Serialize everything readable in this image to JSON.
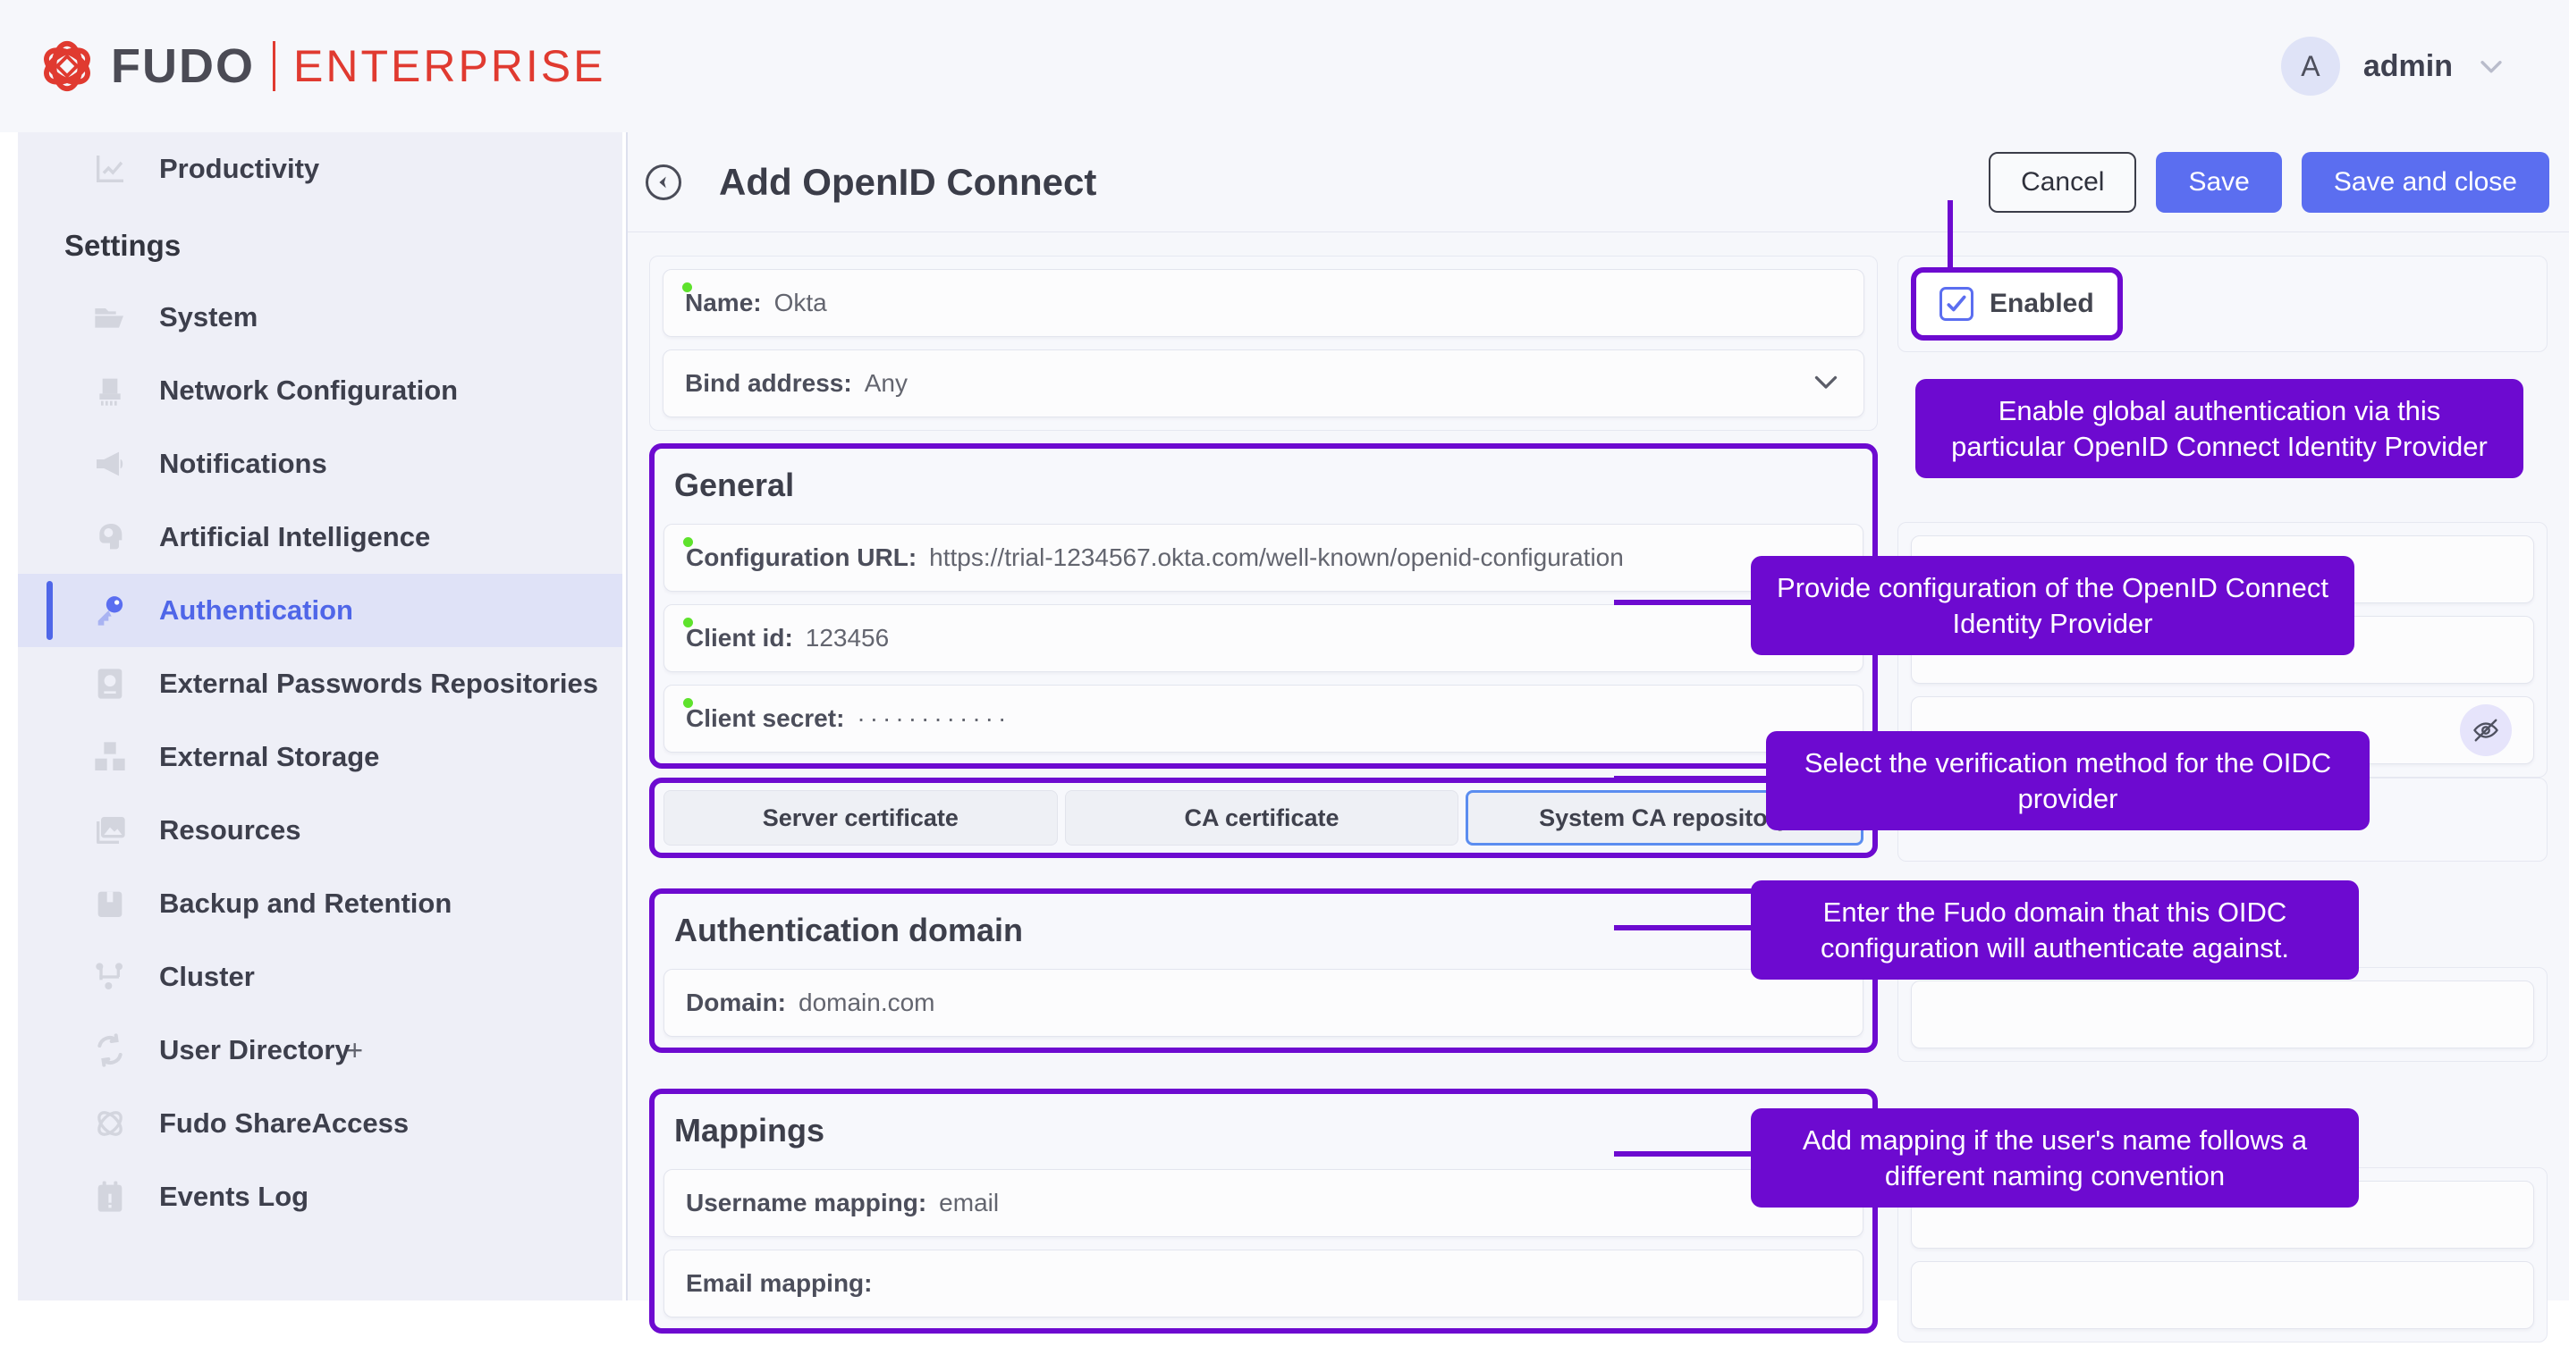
{
  "brand": {
    "fudo": "FUDO",
    "enterprise": "ENTERPRISE",
    "logo_icon": "fudo-logo-icon"
  },
  "user": {
    "initial": "A",
    "name": "admin",
    "chevron_icon": "chevron-down-icon"
  },
  "sidebar": {
    "top_items": [
      {
        "label": "Productivity",
        "icon": "chart-line-icon"
      }
    ],
    "section_title": "Settings",
    "items": [
      {
        "label": "System",
        "icon": "folder-icon",
        "active": false
      },
      {
        "label": "Network Configuration",
        "icon": "network-icon",
        "active": false
      },
      {
        "label": "Notifications",
        "icon": "megaphone-icon",
        "active": false
      },
      {
        "label": "Artificial Intelligence",
        "icon": "ai-head-icon",
        "active": false
      },
      {
        "label": "Authentication",
        "icon": "key-icon",
        "active": true
      },
      {
        "label": "External Passwords Repositories",
        "icon": "passport-globe-icon",
        "active": false
      },
      {
        "label": "External Storage",
        "icon": "boxes-icon",
        "active": false
      },
      {
        "label": "Resources",
        "icon": "images-icon",
        "active": false
      },
      {
        "label": "Backup and Retention",
        "icon": "archive-icon",
        "active": false
      },
      {
        "label": "Cluster",
        "icon": "cluster-nodes-icon",
        "active": false
      },
      {
        "label": "User Directory",
        "icon": "sync-arrows-icon",
        "active": false,
        "trailing": "+"
      },
      {
        "label": "Fudo ShareAccess",
        "icon": "shareaccess-icon",
        "active": false
      },
      {
        "label": "Events Log",
        "icon": "calendar-alert-icon",
        "active": false
      }
    ]
  },
  "header": {
    "back_icon": "back-arrow-icon",
    "title": "Add OpenID Connect",
    "cancel_label": "Cancel",
    "save_label": "Save",
    "save_close_label": "Save and close"
  },
  "form": {
    "name": {
      "label": "Name:",
      "value": "Okta",
      "required": true
    },
    "bind_address": {
      "label": "Bind address:",
      "value": "Any",
      "chevron_icon": "chevron-down-icon"
    },
    "enabled": {
      "label": "Enabled",
      "checked": true,
      "check_icon": "check-icon"
    },
    "general": {
      "title": "General",
      "configuration_url": {
        "label": "Configuration URL:",
        "value": "https://trial-1234567.okta.com/well-known/openid-configuration",
        "required": true
      },
      "client_id": {
        "label": "Client id:",
        "value": "123456",
        "required": true
      },
      "client_secret": {
        "label": "Client secret:",
        "value": "············",
        "required": true,
        "reveal_icon": "eye-off-icon"
      },
      "verification_tabs": [
        {
          "label": "Server certificate",
          "selected": false
        },
        {
          "label": "CA certificate",
          "selected": false
        },
        {
          "label": "System CA repository",
          "selected": true
        }
      ]
    },
    "auth_domain": {
      "title": "Authentication domain",
      "domain": {
        "label": "Domain:",
        "value": "domain.com"
      }
    },
    "mappings": {
      "title": "Mappings",
      "username_mapping": {
        "label": "Username mapping:",
        "value": "email"
      },
      "email_mapping": {
        "label": "Email mapping:",
        "value": ""
      }
    }
  },
  "tooltips": {
    "enabled": "Enable global authentication via this particular OpenID Connect Identity Provider",
    "general": "Provide configuration of the OpenID Connect Identity Provider",
    "verification": "Select the verification method for the OIDC provider",
    "auth_domain": "Enter the Fudo domain that this OIDC configuration will authenticate against.",
    "mappings": "Add mapping if the user's name follows a different naming convention"
  },
  "colors": {
    "brand_red": "#e03a30",
    "accent_blue": "#5b6ef0",
    "tooltip_purple": "#6d0ad0",
    "required_green": "#5ee22c",
    "sidebar_bg": "#eeeff7"
  }
}
